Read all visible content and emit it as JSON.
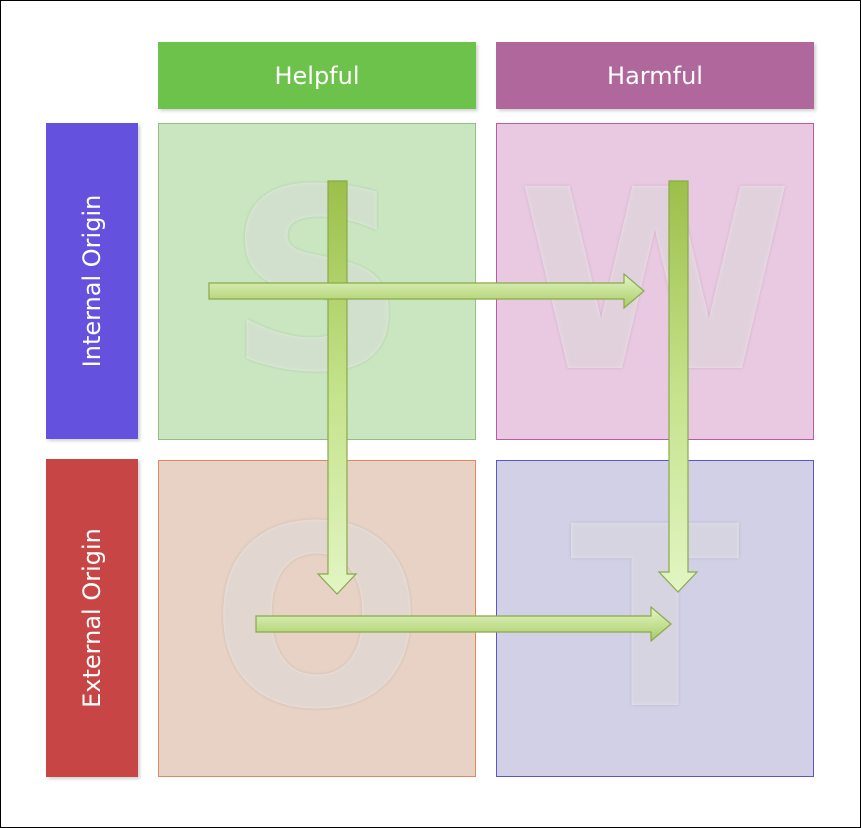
{
  "columns": {
    "helpful": "Helpful",
    "harmful": "Harmful"
  },
  "rows": {
    "internal": "Internal Origin",
    "external": "External Origin"
  },
  "quadrants": {
    "strengths": "S",
    "weaknesses": "W",
    "opportunities": "O",
    "threats": "T"
  },
  "colors": {
    "helpful_header": "#6cc24a",
    "harmful_header": "#b0679c",
    "internal_header": "#6452de",
    "external_header": "#c84545",
    "strengths_fill": "#c9e6c0",
    "weaknesses_fill": "#e9c9e1",
    "opportunities_fill": "#e8d2c6",
    "threats_fill": "#d2d0e6",
    "arrow_fill": "#c9e88f"
  }
}
